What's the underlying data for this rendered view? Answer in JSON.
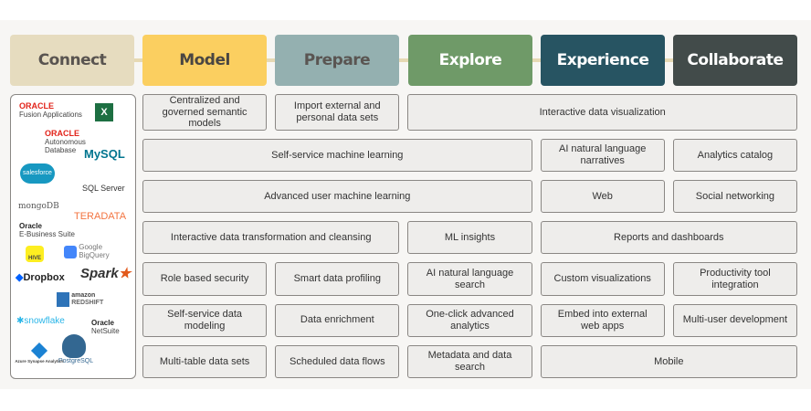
{
  "stages": [
    {
      "label": "Connect",
      "bg": "#e6dcbf",
      "color": "#595450"
    },
    {
      "label": "Model",
      "bg": "#fbcf60",
      "color": "#4a4642"
    },
    {
      "label": "Prepare",
      "bg": "#94b0b0",
      "color": "#5a5552"
    },
    {
      "label": "Explore",
      "bg": "#6f9a68",
      "color": "#ffffff"
    },
    {
      "label": "Experience",
      "bg": "#275462",
      "color": "#ffffff"
    },
    {
      "label": "Collaborate",
      "bg": "#424b4a",
      "color": "#ffffff"
    }
  ],
  "connect_logos": {
    "oracle_fusion": [
      "ORACLE",
      "Fusion Applications"
    ],
    "excel": "X",
    "oracle_adb": [
      "ORACLE",
      "Autonomous",
      "Database"
    ],
    "mysql": "MySQL",
    "salesforce": "salesforce",
    "sqlserver": "SQL Server",
    "mongodb": "mongoDB",
    "teradata": "TERADATA",
    "oracle_ebs": [
      "Oracle",
      "E-Business Suite"
    ],
    "hive": "HIVE",
    "bigquery": [
      "Google",
      "BigQuery"
    ],
    "dropbox": "Dropbox",
    "spark": "Spark",
    "redshift": [
      "amazon",
      "REDSHIFT"
    ],
    "snowflake": "snowflake",
    "netsuite": [
      "Oracle",
      "NetSuite"
    ],
    "postgresql": "PostgreSQL",
    "synapse": "Azure Synapse Analytics"
  },
  "capabilities": [
    {
      "label": "Centralized and governed semantic models",
      "col": 1,
      "span": 1,
      "row": 1
    },
    {
      "label": "Import external and personal data sets",
      "col": 2,
      "span": 1,
      "row": 1
    },
    {
      "label": "Interactive data visualization",
      "col": 3,
      "span": 3,
      "row": 1
    },
    {
      "label": "Self-service machine learning",
      "col": 1,
      "span": 3,
      "row": 2
    },
    {
      "label": "AI natural language narratives",
      "col": 4,
      "span": 1,
      "row": 2
    },
    {
      "label": "Analytics catalog",
      "col": 5,
      "span": 1,
      "row": 2
    },
    {
      "label": "Advanced user machine learning",
      "col": 1,
      "span": 3,
      "row": 3
    },
    {
      "label": "Web",
      "col": 4,
      "span": 1,
      "row": 3
    },
    {
      "label": "Social networking",
      "col": 5,
      "span": 1,
      "row": 3
    },
    {
      "label": "Interactive data transformation and cleansing",
      "col": 1,
      "span": 2,
      "row": 4
    },
    {
      "label": "ML insights",
      "col": 3,
      "span": 1,
      "row": 4
    },
    {
      "label": "Reports and dashboards",
      "col": 4,
      "span": 2,
      "row": 4
    },
    {
      "label": "Role based security",
      "col": 1,
      "span": 1,
      "row": 5
    },
    {
      "label": "Smart data profiling",
      "col": 2,
      "span": 1,
      "row": 5
    },
    {
      "label": "AI natural language search",
      "col": 3,
      "span": 1,
      "row": 5
    },
    {
      "label": "Custom visualizations",
      "col": 4,
      "span": 1,
      "row": 5
    },
    {
      "label": "Productivity tool integration",
      "col": 5,
      "span": 1,
      "row": 5
    },
    {
      "label": "Self-service data modeling",
      "col": 1,
      "span": 1,
      "row": 6
    },
    {
      "label": "Data enrichment",
      "col": 2,
      "span": 1,
      "row": 6
    },
    {
      "label": "One-click advanced analytics",
      "col": 3,
      "span": 1,
      "row": 6
    },
    {
      "label": "Embed into external web apps",
      "col": 4,
      "span": 1,
      "row": 6
    },
    {
      "label": "Multi-user development",
      "col": 5,
      "span": 1,
      "row": 6
    },
    {
      "label": "Multi-table data sets",
      "col": 1,
      "span": 1,
      "row": 7
    },
    {
      "label": "Scheduled data flows",
      "col": 2,
      "span": 1,
      "row": 7
    },
    {
      "label": "Metadata and data search",
      "col": 3,
      "span": 1,
      "row": 7
    },
    {
      "label": "Mobile",
      "col": 4,
      "span": 2,
      "row": 7
    }
  ]
}
